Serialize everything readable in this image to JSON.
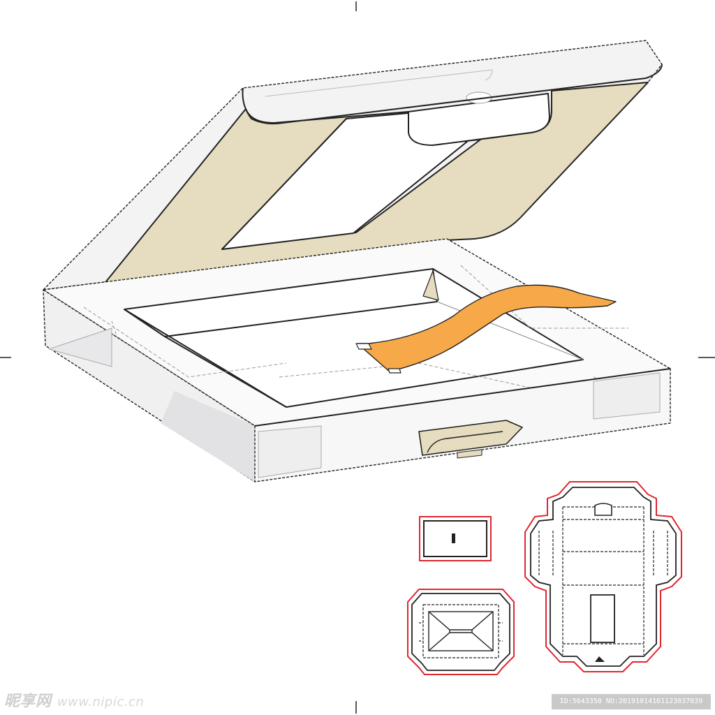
{
  "watermark": {
    "logo_text": "昵享网",
    "site": "www.nipic.cn",
    "id_label": "ID:5643350 NO:20191014161123037039"
  },
  "colors": {
    "outline": "#222222",
    "inner_board": "#e6dcbf",
    "ribbon": "#f7a94a",
    "cut_line": "#e0262f",
    "panel_fill": "#f4f4f4"
  }
}
